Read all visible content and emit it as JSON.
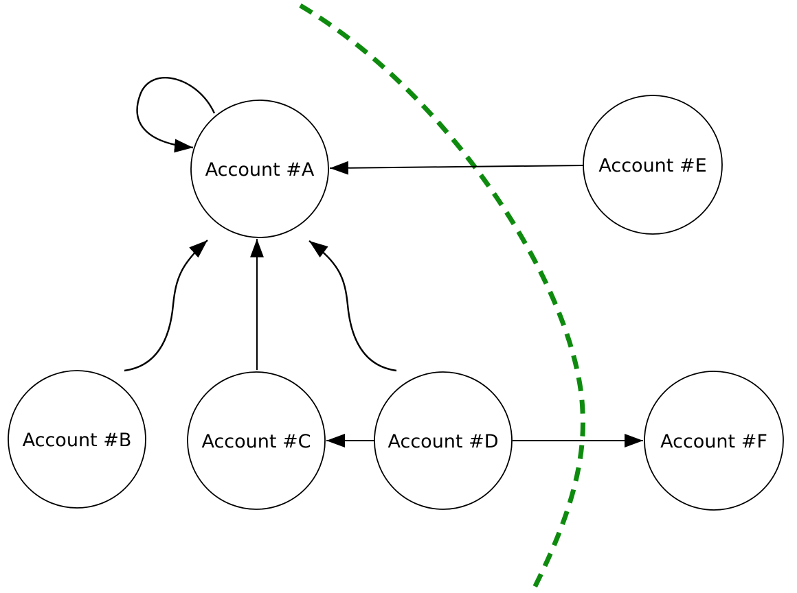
{
  "diagram": {
    "type": "directed-graph",
    "nodes": [
      {
        "id": "A",
        "label": "Account #A"
      },
      {
        "id": "B",
        "label": "Account #B"
      },
      {
        "id": "C",
        "label": "Account #C"
      },
      {
        "id": "D",
        "label": "Account #D"
      },
      {
        "id": "E",
        "label": "Account #E"
      },
      {
        "id": "F",
        "label": "Account #F"
      }
    ],
    "edges": [
      {
        "from": "A",
        "to": "A",
        "kind": "self-loop"
      },
      {
        "from": "E",
        "to": "A",
        "kind": "straight"
      },
      {
        "from": "B",
        "to": "A",
        "kind": "curved"
      },
      {
        "from": "C",
        "to": "A",
        "kind": "straight"
      },
      {
        "from": "D",
        "to": "A",
        "kind": "curved"
      },
      {
        "from": "D",
        "to": "C",
        "kind": "straight"
      },
      {
        "from": "D",
        "to": "F",
        "kind": "straight"
      }
    ],
    "boundary": {
      "description": "dashed green curve separating nodes A, B, C, D from nodes E and F",
      "style": "dashed",
      "color": "#0e8b0e"
    },
    "colors": {
      "background": "#ffffff",
      "node_fill": "#ffffff",
      "node_stroke": "#000000",
      "edge": "#000000",
      "text": "#000000"
    }
  }
}
